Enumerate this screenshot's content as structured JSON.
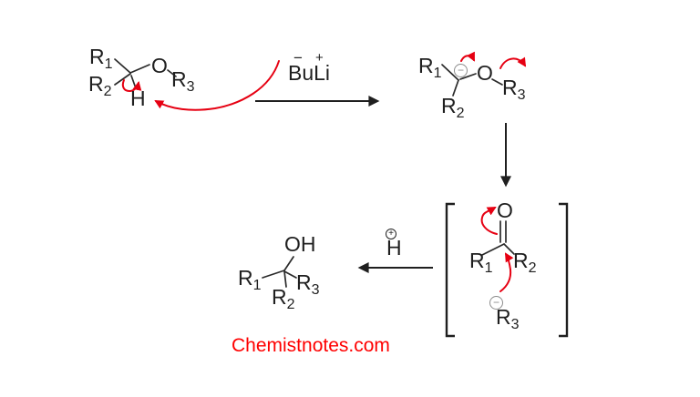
{
  "palette": {
    "ink": "#1f1f1f",
    "bond": "#2a2a2a",
    "arrow_red": "#e60012",
    "charge_gray": "#8c8c8c",
    "brand_red": "#ff0000"
  },
  "atoms": {
    "r": "R",
    "s1": "1",
    "s2": "2",
    "s3": "3",
    "o": "O",
    "h": "H",
    "oh": "OH"
  },
  "charges": {
    "minus": "−",
    "plus": "+"
  },
  "reagents": {
    "base": "BuLi",
    "base_minus": "−",
    "base_plus": "+",
    "proton": "H",
    "proton_plus": "+"
  },
  "branding": {
    "site": "Chemistnotes.com"
  }
}
